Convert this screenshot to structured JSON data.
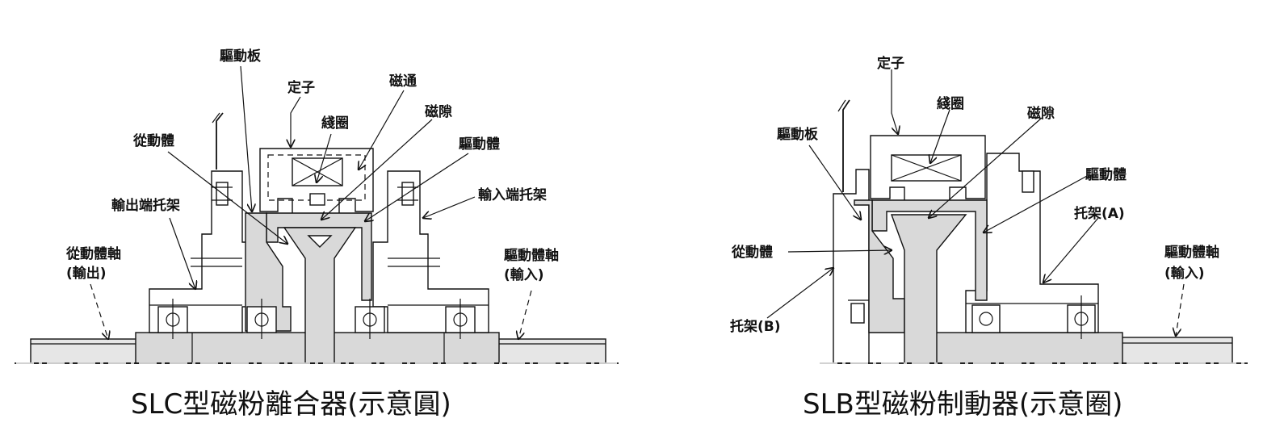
{
  "left": {
    "caption": "SLC型磁粉離合器(示意圓)",
    "labels": {
      "drive_plate": "驅動板",
      "stator": "定子",
      "flux": "磁通",
      "gap": "磁隙",
      "coil": "綫圈",
      "driven_body": "從動體",
      "drive_body": "驅動體",
      "output_bracket": "輸出端托架",
      "input_bracket": "輸入端托架",
      "driven_shaft": "從動體軸",
      "output_note": "(輸出)",
      "drive_shaft": "驅動體軸",
      "input_note": "(輸入)"
    }
  },
  "right": {
    "caption": "SLB型磁粉制動器(示意圈)",
    "labels": {
      "stator": "定子",
      "coil": "綫圈",
      "gap": "磁隙",
      "drive_plate": "驅動板",
      "drive_body": "驅動體",
      "bracket_a": "托架(A)",
      "driven_body": "從動體",
      "drive_shaft": "驅動體軸",
      "input_note": "(輸入)",
      "bracket_b": "托架(B)"
    }
  }
}
